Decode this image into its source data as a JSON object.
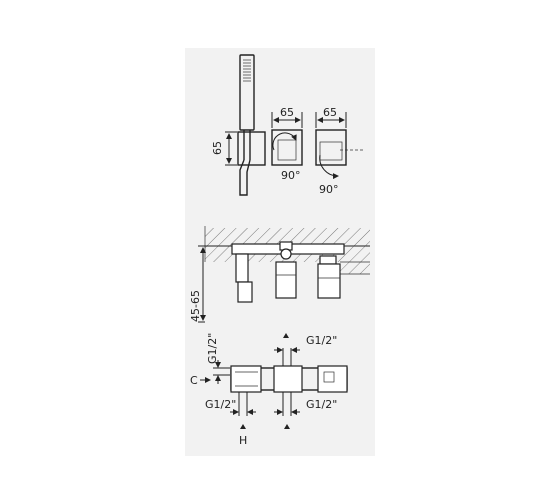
{
  "dims": {
    "top_width_left": "65",
    "top_width_right": "65",
    "top_height": "65",
    "rotation_left": "90°",
    "rotation_right": "90°",
    "depth": "45-65",
    "thread_top": "G1/2\"",
    "thread_left_vertical": "G1/2\"",
    "thread_bottom_left": "G1/2\"",
    "thread_bottom_right": "G1/2\"",
    "label_c": "C",
    "label_h": "H"
  }
}
